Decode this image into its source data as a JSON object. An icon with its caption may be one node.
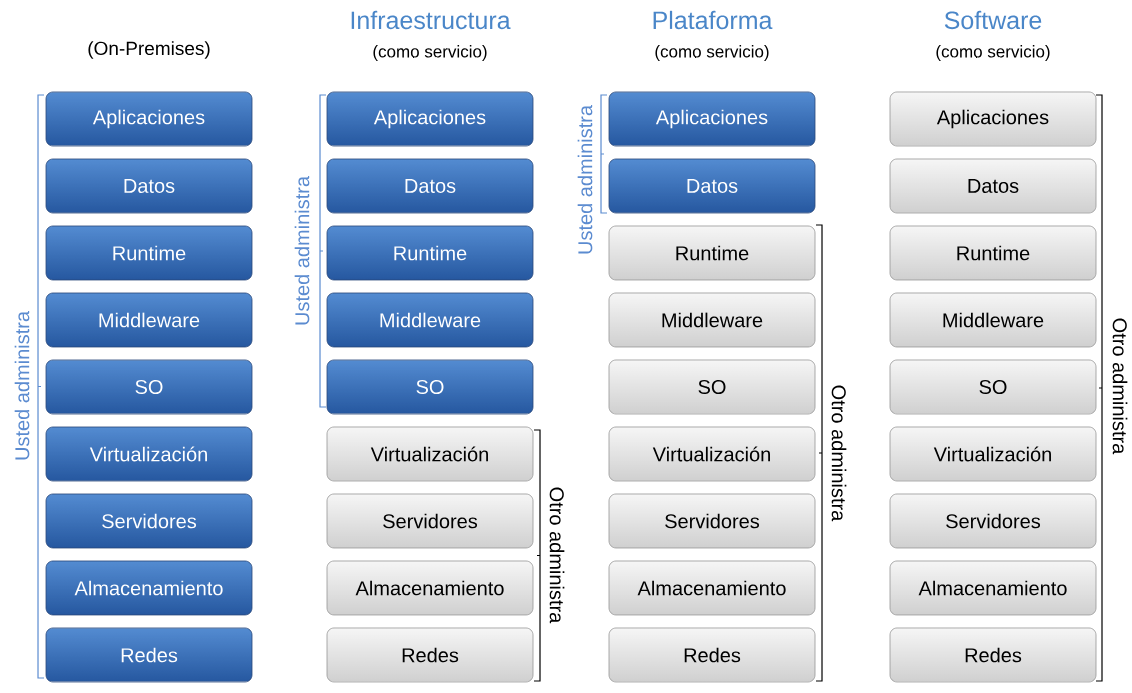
{
  "diagram": {
    "nodes": [
      {
        "text": [
          "Aplicaciones"
        ]
      },
      {
        "text": [
          "Datos"
        ]
      },
      {
        "text": [
          "Runtime"
        ]
      },
      {
        "text": [
          "Middleware"
        ]
      },
      {
        "text": [
          "SO"
        ]
      },
      {
        "text": [
          "Virtualización"
        ]
      },
      {
        "text": [
          "Servidores"
        ]
      },
      {
        "text": [
          "Almacenamiento"
        ]
      },
      {
        "text": [
          "Redes"
        ]
      },
      {
        "text": [
          "Aplicaciones"
        ]
      },
      {
        "text": [
          "Datos"
        ]
      },
      {
        "text": [
          "Runtime"
        ]
      },
      {
        "text": [
          "Middleware"
        ]
      },
      {
        "text": [
          "SO"
        ]
      },
      {
        "text": [
          "Virtualización"
        ]
      },
      {
        "text": [
          "Servidores"
        ]
      },
      {
        "text": [
          "Almacenamiento"
        ]
      },
      {
        "text": [
          "Redes"
        ]
      },
      {
        "text": [
          "Aplicaciones"
        ]
      },
      {
        "text": [
          "Datos"
        ]
      },
      {
        "text": [
          "Runtime"
        ]
      },
      {
        "text": [
          "Middleware"
        ]
      },
      {
        "text": [
          "SO"
        ]
      },
      {
        "text": [
          "Virtualización"
        ]
      },
      {
        "text": [
          "Servidores"
        ]
      },
      {
        "text": [
          "Almacenamiento"
        ]
      },
      {
        "text": [
          "Redes"
        ]
      },
      {
        "text": [
          "Aplicaciones"
        ]
      },
      {
        "text": [
          "Datos"
        ]
      },
      {
        "text": [
          "Runtime"
        ]
      },
      {
        "text": [
          "Middleware"
        ]
      },
      {
        "text": [
          "SO"
        ]
      },
      {
        "text": [
          "Virtualización"
        ]
      },
      {
        "text": [
          "Servidores"
        ]
      },
      {
        "text": [
          "Almacenamiento"
        ]
      },
      {
        "text": [
          "Redes"
        ]
      }
    ],
    "labels": [
      "(On-Premises)",
      "Infraestructura",
      "(como servicio)",
      "Plataforma",
      "(como servicio)",
      "Software",
      "(como servicio)",
      "Usted administra",
      "Usted administra",
      "Usted administra",
      "Otro administra",
      "Otro administra",
      "Otro administra"
    ]
  }
}
